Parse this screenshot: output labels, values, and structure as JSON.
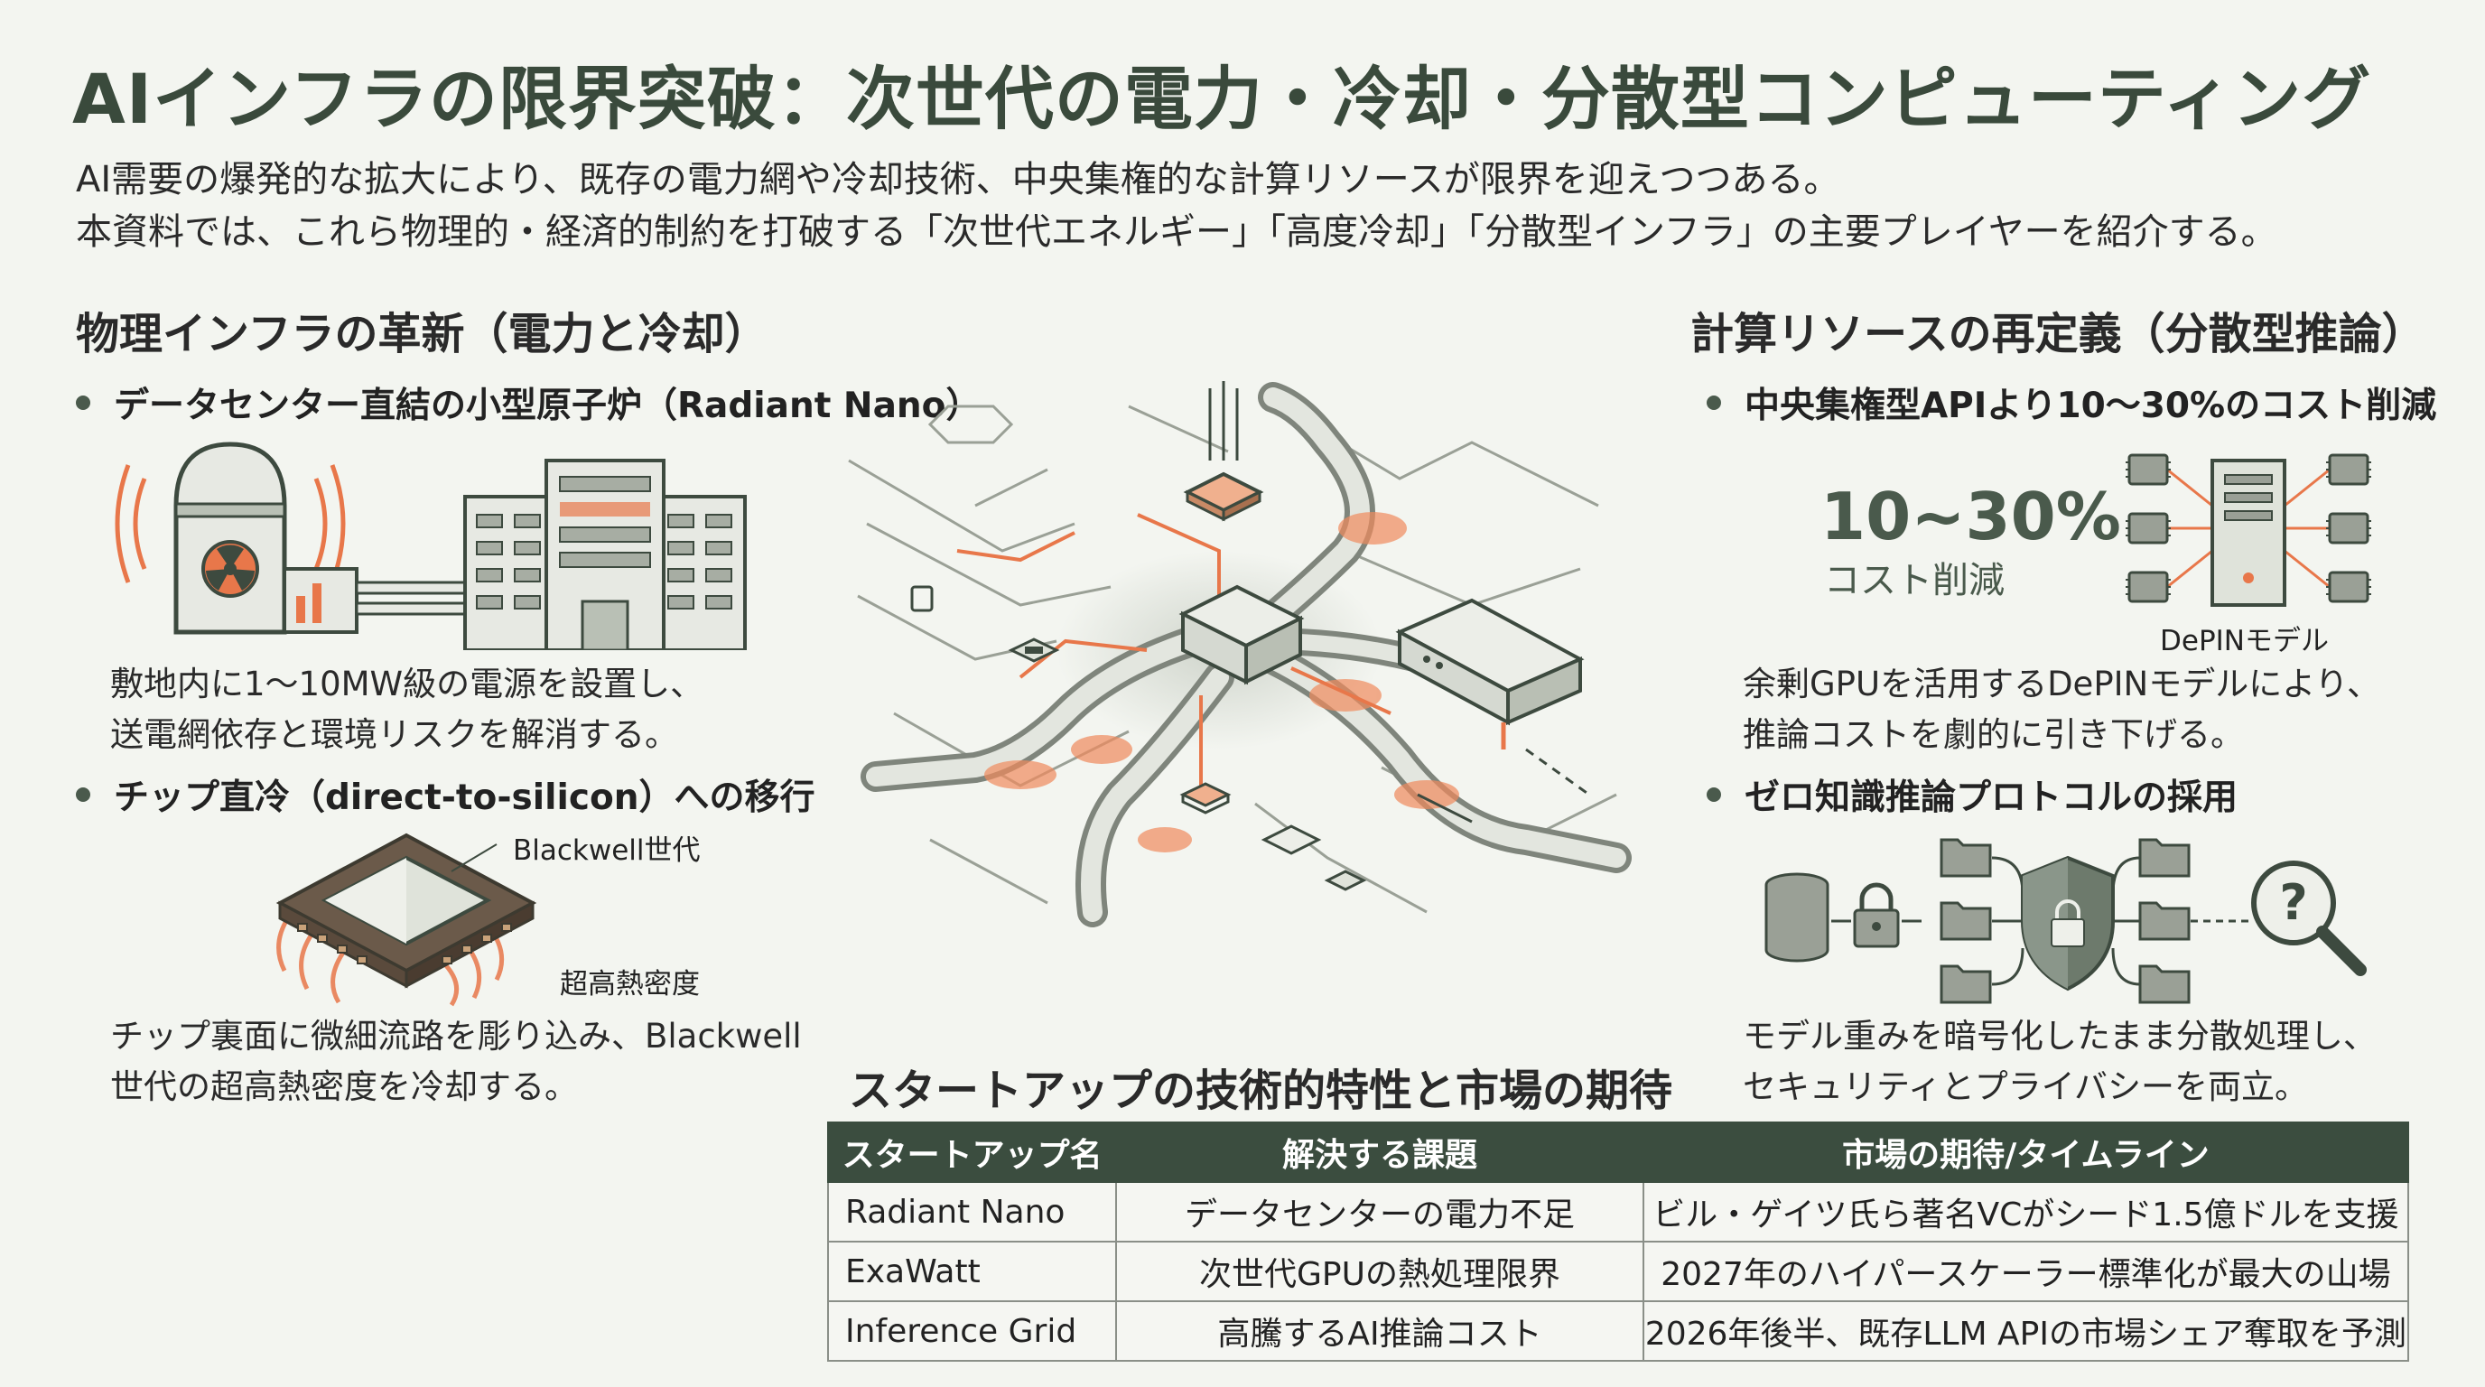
{
  "title": "AIインフラの限界突破：次世代の電力・冷却・分散型コンピューティング",
  "intro": [
    "AI需要の爆発的な拡大により、既存の電力網や冷却技術、中央集権的な計算リソースが限界を迎えつつある。",
    "本資料では、これら物理的・経済的制約を打破する「次世代エネルギー」「高度冷却」「分散型インフラ」の主要プレイヤーを紹介する。"
  ],
  "left_section": {
    "heading": "物理インフラの革新（電力と冷却）",
    "bullet1": "データセンター直結の小型原子炉（Radiant Nano）",
    "desc1": [
      "敷地内に1～10MW級の電源を設置し、",
      "送電網依存と環境リスクを解消する。"
    ],
    "bullet2": "チップ直冷（direct-to-silicon）への移行",
    "chip_label": "Blackwell世代",
    "heat_label": "超高熱密度",
    "desc2": [
      "チップ裏面に微細流路を彫り込み、Blackwell",
      "世代の超高熱密度を冷却する。"
    ]
  },
  "right_section": {
    "heading": "計算リソースの再定義（分散型推論）",
    "bullet1": "中央集権型APIより10～30%のコスト削減",
    "big_pct": "10~30%",
    "big_pct_sub": "コスト削減",
    "depin_label": "DePINモデル",
    "desc1": [
      "余剰GPUを活用するDePINモデルにより、",
      "推論コストを劇的に引き下げる。"
    ],
    "bullet2": "ゼロ知識推論プロトコルの採用",
    "desc2": [
      "モデル重みを暗号化したまま分散処理し、",
      "セキュリティとプライバシーを両立。"
    ]
  },
  "table": {
    "title": "スタートアップの技術的特性と市場の期待",
    "headers": [
      "スタートアップ名",
      "解決する課題",
      "市場の期待/タイムライン"
    ],
    "rows": [
      [
        "Radiant Nano",
        "データセンターの電力不足",
        "ビル・ゲイツ氏ら著名VCがシード1.5億ドルを支援"
      ],
      [
        "ExaWatt",
        "次世代GPUの熱処理限界",
        "2027年のハイパースケーラー標準化が最大の山場"
      ],
      [
        "Inference Grid",
        "高騰するAI推論コスト",
        "2026年後半、既存LLM APIの市場シェア奪取を予測"
      ]
    ]
  },
  "colors": {
    "title": "#3a4a3c",
    "dark_green": "#3b4d3f",
    "accent_orange": "#e8774a",
    "line_gray": "#8a8f88"
  },
  "icons": [
    "nuclear-reactor-icon",
    "data-center-building-icon",
    "chip-icon",
    "server-tower-icon",
    "gpu-chip-icon",
    "database-icon",
    "lock-icon",
    "folder-icon",
    "shield-lock-icon",
    "magnifier-question-icon"
  ]
}
